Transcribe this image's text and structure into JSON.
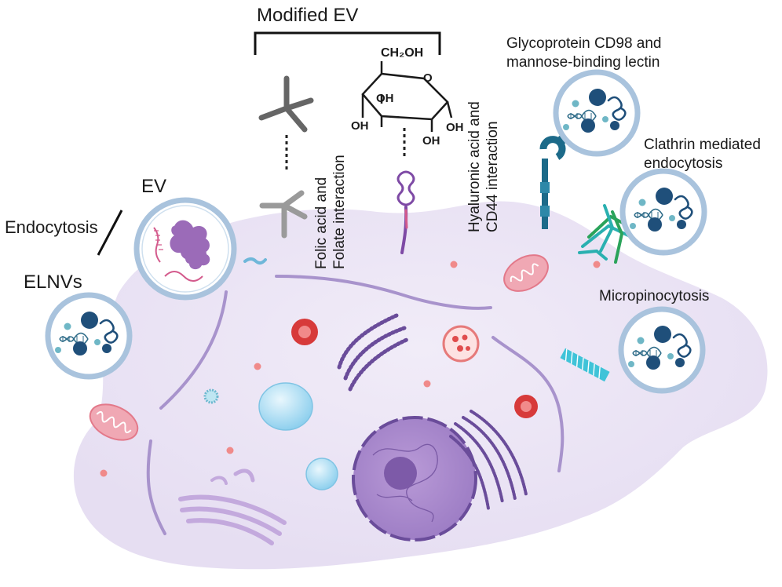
{
  "labels": {
    "modified_ev": "Modified EV",
    "ev": "EV",
    "endocytosis": "Endocytosis",
    "elnvs": "ELNVs",
    "folic_line1": "Folic acid and",
    "folic_line2": "Folate interaction",
    "hyaluronic_line1": "Hyaluronic acid and",
    "hyaluronic_line2": "CD44 interaction",
    "glyco_line1": "Glycoprotein CD98 and",
    "glyco_line2": "mannose-binding lectin",
    "clathrin_line1": "Clathrin mediated",
    "clathrin_line2": "endocytosis",
    "micropino": "Micropinocytosis"
  },
  "chemistry": {
    "ch2oh": "CH₂OH",
    "ring_o": "O",
    "oh": "OH"
  },
  "colors": {
    "cell": "#ece6f5",
    "membrane": "#a893cc",
    "vesicle_ring": "#a9c3dd",
    "vesicle_fill": "#ffffff",
    "cargo_navy": "#1f4f7a",
    "cargo_teal": "#5aa9b8",
    "ev_cargo": "#9b6bb8",
    "mito": "#f0a8b4",
    "rbc": "#d73a3a",
    "nucleus": "#7d5aa8",
    "golgi": "#6a4c9a",
    "receptor": "#1c6a89",
    "clathrin_green": "#2aa35a",
    "clathrin_teal": "#2ab0b0"
  }
}
